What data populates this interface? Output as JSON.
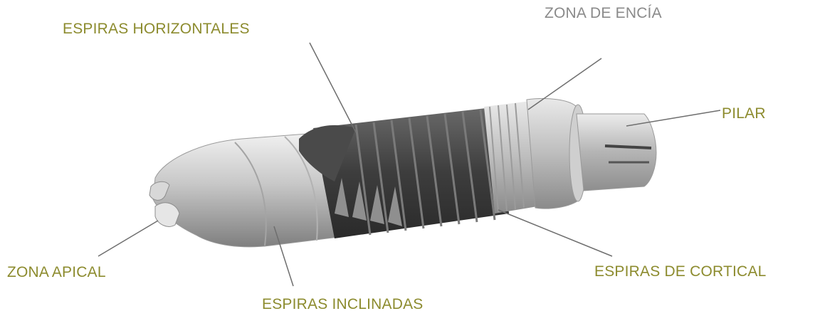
{
  "labels": {
    "espiras_horizontales": "ESPIRAS HORIZONTALES",
    "zona_encia": "ZONA DE ENCÍA",
    "pilar": "PILAR",
    "zona_apical": "ZONA APICAL",
    "espiras_cortical": "ESPIRAS DE CORTICAL",
    "espiras_inclinadas": "ESPIRAS INCLINADAS"
  },
  "colors": {
    "label_olive": "#8c8b2e",
    "label_grey": "#8a8a8a",
    "leader_line": "#6e6e6e"
  }
}
